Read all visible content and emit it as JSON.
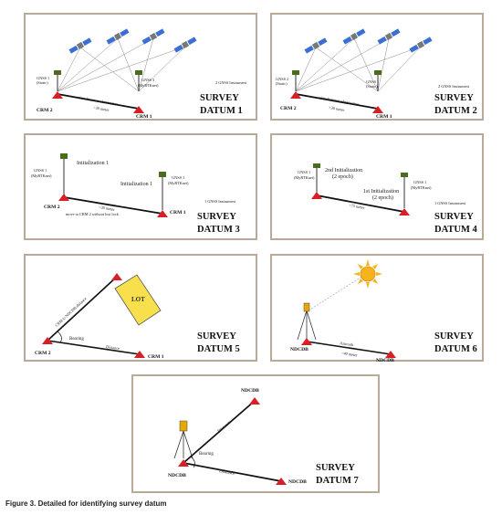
{
  "caption": "Figure 3. Detailed for identifying survey datum",
  "colors": {
    "frame": "#b9a999",
    "marker": "#d81f26",
    "line": "#111111",
    "lot_fill": "#f7e04c",
    "sun": "#f5b41b"
  },
  "datum1": {
    "line1": "SURVEY",
    "line2": "DATUM 1",
    "instrument": "2 GNSS Instrument",
    "left_receiver": [
      "GNSS 1",
      "(Static)"
    ],
    "right_receiver": [
      "GNSS 3",
      "(MyRTKnet)"
    ],
    "baseline": "simultaneous observation",
    "distance": ">30 meter",
    "left_point": "CRM 2",
    "right_point": "CRM 1",
    "satellite_icons": [
      "satellite-icon",
      "satellite-icon",
      "satellite-icon",
      "satellite-icon"
    ]
  },
  "datum2": {
    "line1": "SURVEY",
    "line2": "DATUM 2",
    "instrument": "2 GNSS Instrument",
    "left_receiver": [
      "GNSS 2",
      "(Static)"
    ],
    "right_receiver": [
      "GNSS 1",
      "(Static)"
    ],
    "baseline": "simultaneous observation",
    "distance": ">30 meter",
    "left_point": "CRM 2",
    "right_point": "CRM 1"
  },
  "datum3": {
    "line1": "SURVEY",
    "line2": "DATUM 3",
    "instrument": "1 GNSS Instrument",
    "left_receiver": [
      "GNSS 1",
      "(MyRTKnet)"
    ],
    "right_receiver": [
      "GNSS 1",
      "(MyRTKnet)"
    ],
    "init_left": "Initialization 1",
    "init_right": "Initialization 1",
    "distance": ">30 meter",
    "move_note": "move to CRM 2 without lost lock",
    "left_point": "CRM 2",
    "right_point": "CRM 1"
  },
  "datum4": {
    "line1": "SURVEY",
    "line2": "DATUM 4",
    "instrument": "1 GNSS Instrument",
    "left_receiver": [
      "GNSS 1",
      "(MyRTKnet)"
    ],
    "right_receiver": [
      "GNSS 1",
      "(MyRTKnet)"
    ],
    "init_left": [
      "2nd Initialization",
      "(2 epoch)"
    ],
    "init_right": [
      "1st Initialization",
      "(2 epoch)"
    ],
    "distance": ">75 meter"
  },
  "datum5": {
    "line1": "SURVEY",
    "line2": "DATUM 5",
    "lot_label": "LOT",
    "side_label": "CRM to NDCDB distance",
    "bearing": "Bearing",
    "distance": "Distance",
    "left_point": "CRM 2",
    "right_point": "CRM 1"
  },
  "datum6": {
    "line1": "SURVEY",
    "line2": "DATUM 6",
    "azimuth": "Azimuth",
    "distance": "<40 meter",
    "left_point": "NDCDB",
    "right_point": "NDCDB",
    "sun_icon": "sun-icon"
  },
  "datum7": {
    "line1": "SURVEY",
    "line2": "DATUM 7",
    "top_point": "NDCDB",
    "station": "NDCDB",
    "right_point": "NDCDB",
    "distance_upper": "Distance",
    "distance_lower": "Distance",
    "bearing": "Bearing"
  }
}
